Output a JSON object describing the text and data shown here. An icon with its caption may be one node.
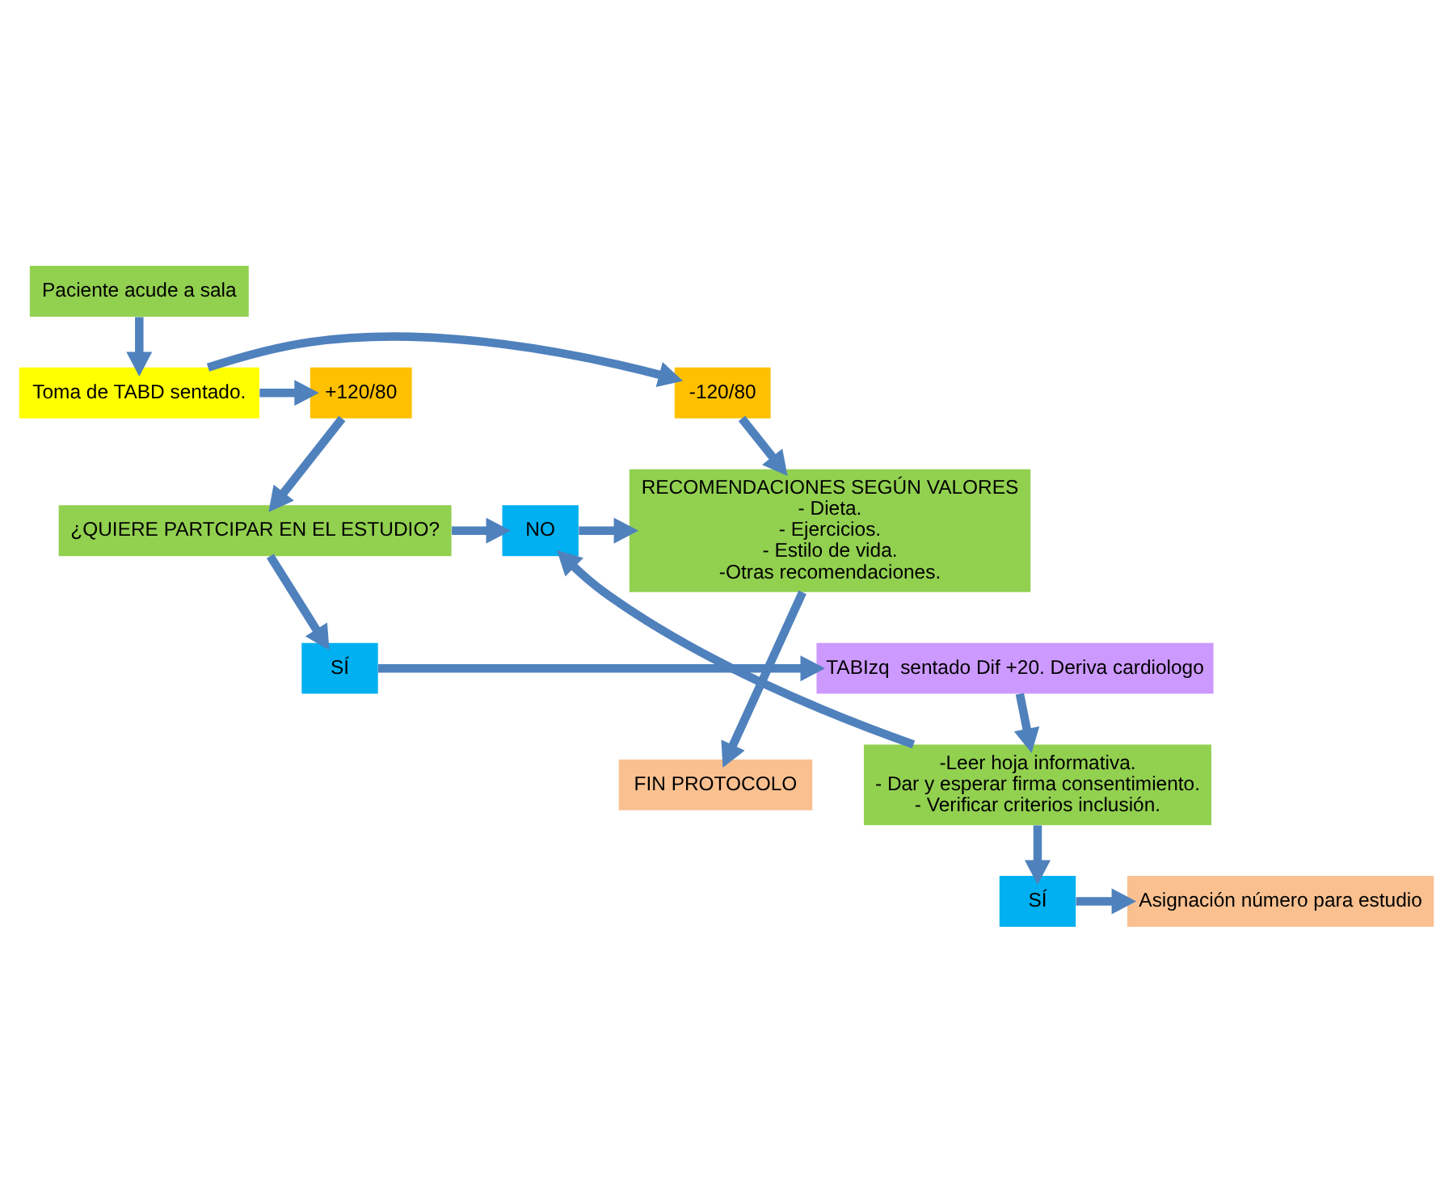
{
  "diagram": {
    "nodes": [
      {
        "text": [
          "Paciente acude a sala"
        ]
      },
      {
        "text": [
          "Toma de TABD sentado."
        ]
      },
      {
        "text": [
          "-120/80"
        ]
      },
      {
        "text": [
          "+120/80"
        ]
      },
      {
        "text": [
          "¿QUIERE PARTCIPAR EN EL ESTUDIO?"
        ]
      },
      {
        "text": [
          "RECOMENDACIONES SEGÚN VALORES",
          "- Dieta.",
          "- Ejercicios.",
          "- Estilo de vida.",
          "-Otras recomendaciones."
        ]
      },
      {
        "text": [
          "NO"
        ]
      },
      {
        "text": [
          "TABIzq  sentado Dif +20. Deriva cardiologo"
        ]
      },
      {
        "text": [
          "SÍ"
        ]
      },
      {
        "text": [
          "-Leer hoja informativa.",
          "- Dar y esperar firma consentimiento.",
          "- Verificar criterios inclusión."
        ]
      },
      {
        "text": [
          "FIN PROTOCOLO"
        ]
      },
      {
        "text": [
          "SÍ"
        ]
      },
      {
        "text": [
          "Asignación número para estudio"
        ]
      }
    ],
    "edges": [
      {
        "from": 0,
        "to": 1,
        "arrow": "to"
      },
      {
        "from": 1,
        "to": 2,
        "arrow": "to"
      },
      {
        "from": 1,
        "to": 3,
        "arrow": "to"
      },
      {
        "from": 3,
        "to": 4,
        "arrow": "to"
      },
      {
        "from": 2,
        "to": 5,
        "arrow": "to"
      },
      {
        "from": 4,
        "to": 6,
        "arrow": "to"
      },
      {
        "from": 6,
        "to": 5,
        "arrow": "to"
      },
      {
        "from": 4,
        "to": 8,
        "arrow": "to"
      },
      {
        "from": 8,
        "to": 7,
        "arrow": "to"
      },
      {
        "from": 7,
        "to": 9,
        "arrow": "to"
      },
      {
        "from": 9,
        "to": 6,
        "arrow": "to"
      },
      {
        "from": 5,
        "to": 10,
        "arrow": "to"
      },
      {
        "from": 9,
        "to": 11,
        "arrow": "to"
      },
      {
        "from": 11,
        "to": 12,
        "arrow": "to"
      }
    ]
  }
}
